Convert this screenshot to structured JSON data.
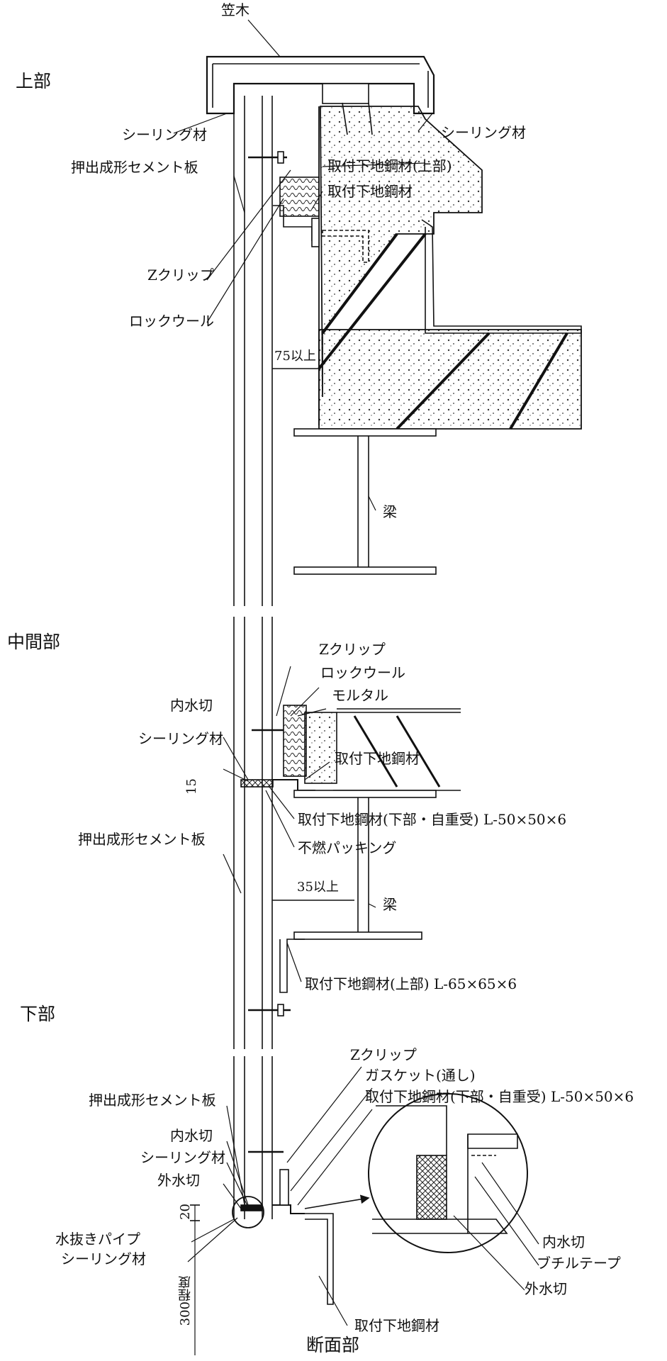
{
  "sections": {
    "top": "上部",
    "middle": "中間部",
    "bottom": "下部",
    "caption": "断面部"
  },
  "top": {
    "kasagi": "笠木",
    "sealing_left": "シーリング材",
    "sealing_right": "シーリング材",
    "panel": "押出成形セメント板",
    "steel_upper": "取付下地鋼材(上部)",
    "steel": "取付下地鋼材",
    "z_clip": "Zクリップ",
    "rock_wool": "ロックウール",
    "dim": "75以上",
    "beam": "梁"
  },
  "middle": {
    "z_clip": "Zクリップ",
    "rock_wool": "ロックウール",
    "mortar": "モルタル",
    "inner_flashing": "内水切",
    "sealing": "シーリング材",
    "steel": "取付下地鋼材",
    "dim15": "15",
    "steel_lower": "取付下地鋼材(下部・自重受) L-50×50×6",
    "panel": "押出成形セメント板",
    "packing": "不燃パッキング",
    "dim": "35以上",
    "beam": "梁",
    "steel_upper": "取付下地鋼材(上部) L-65×65×6"
  },
  "bottom": {
    "z_clip": "Zクリップ",
    "gasket": "ガスケット(通し)",
    "steel_lower": "取付下地鋼材(下部・自重受) L-50×50×6",
    "panel": "押出成形セメント板",
    "inner_flashing": "内水切",
    "sealing": "シーリング材",
    "outer_flashing": "外水切",
    "drain_pipe": "水抜きパイプ",
    "sealing2": "シーリング材",
    "dim20": "20",
    "dim300": "300程度",
    "steel": "取付下地鋼材",
    "detail_inner": "内水切",
    "detail_butyl": "ブチルテープ",
    "detail_outer": "外水切"
  }
}
